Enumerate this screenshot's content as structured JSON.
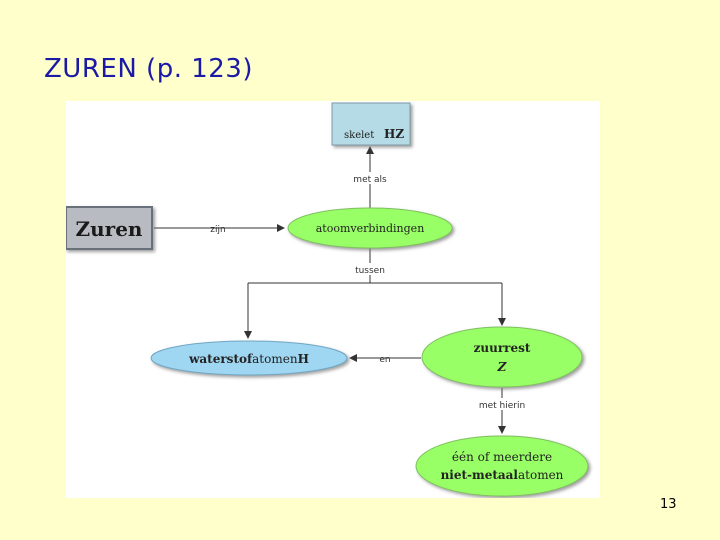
{
  "slide": {
    "title": "ZUREN (p. 123)",
    "page_number": "13"
  },
  "diagram": {
    "nodes": {
      "zuren": "Zuren",
      "skelet_prefix": "skelet",
      "skelet_formula": "HZ",
      "atoomverbindingen": "atoomverbindingen",
      "waterstof_bold": "waterstof",
      "waterstof_rest": "atomen",
      "waterstof_symbol": "H",
      "zuurrest_line1": "zuurrest",
      "zuurrest_line2": "Z",
      "niet_metaal_line1": "één of meerdere",
      "niet_metaal_bold": "niet-metaal",
      "niet_metaal_rest": "atomen"
    },
    "edges": {
      "zijn": "zijn",
      "met_als": "met als",
      "tussen": "tussen",
      "en": "en",
      "met_hierin": "met hierin"
    },
    "colors": {
      "box_fill": "#b5dbe6",
      "green_node": "#99ff66",
      "blue_node": "#9fd6f2",
      "zuren_fill": "#b8bcc2",
      "arrow": "#333333"
    }
  }
}
